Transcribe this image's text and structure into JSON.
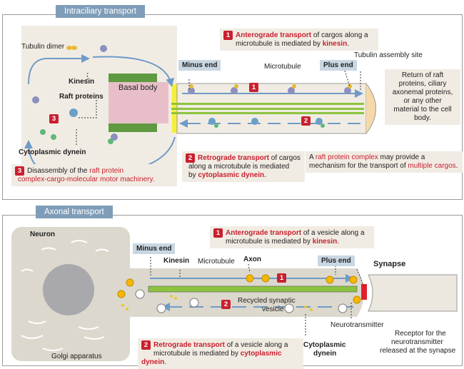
{
  "panel1": {
    "title": "Intraciliary transport",
    "labels": {
      "tubulin_dimer": "Tubulin dimer",
      "kinesin": "Kinesin",
      "raft_proteins": "Raft proteins",
      "basal_body": "Basal body",
      "cytoplasmic_dynein": "Cytoplasmic dynein",
      "minus_end": "Minus end",
      "microtubule": "Microtubule",
      "plus_end": "Plus end",
      "tubulin_assembly_site": "Tubulin assembly site"
    },
    "step1": {
      "num": "1",
      "red": "Anterograde transport",
      "text": " of cargos along a",
      "line2a": "microtubule is mediated by ",
      "line2b": "kinesin",
      "line2c": "."
    },
    "step2": {
      "num": "2",
      "red": "Retrograde transport",
      "text": " of cargos",
      "line2": "along a microtubule is mediated",
      "line3a": "by ",
      "line3b": "cytoplasmic dynein",
      "line3c": "."
    },
    "step3": {
      "num": "3",
      "line1a": "Disassembly of the ",
      "line1b": "raft protein",
      "line2": "complex-cargo-molecular motor machinery."
    },
    "return_box": [
      "Return of raft",
      "proteins, ciliary",
      "axonemal proteins,",
      "or any other",
      "material to the cell",
      "body."
    ],
    "raft_box": {
      "line1a": "A ",
      "line1b": "raft protein complex",
      "line1c": " may provide a",
      "line2a": "mechanism for the transport of ",
      "line2b": "multiple cargos",
      "line2c": "."
    },
    "arrow_num_1": "1",
    "arrow_num_2": "2"
  },
  "panel2": {
    "title": "Axonal transport",
    "labels": {
      "neuron": "Neuron",
      "minus_end": "Minus end",
      "kinesin": "Kinesin",
      "microtubule": "Microtubule",
      "axon": "Axon",
      "plus_end": "Plus end",
      "synapse": "Synapse",
      "recycled_vesicle_1": "Recycled synaptic",
      "recycled_vesicle_2": "vesicle",
      "neurotransmitter": "Neurotransmitter",
      "receptor_1": "Receptor for the",
      "receptor_2": "neurotransmitter",
      "receptor_3": "released at the synapse",
      "cytoplasmic_1": "Cytoplasmic",
      "cytoplasmic_2": "dynein",
      "golgi": "Golgi apparatus"
    },
    "step1": {
      "num": "1",
      "red": "Anterograde transport",
      "text": " of a vesicle along a",
      "line2a": "microtubule is mediated by ",
      "line2b": "kinesin",
      "line2c": "."
    },
    "step2": {
      "num": "2",
      "red": "Retrograde transport",
      "text": " of a vesicle along a",
      "line2a": "microtubule is mediated by ",
      "line2b": "cytoplasmic dynein",
      "line2c": "."
    },
    "arrow_num_1": "1",
    "arrow_num_2": "2"
  },
  "colors": {
    "accent_red": "#c8202f",
    "header_blue": "#7f9db8",
    "tag_blue": "#c9d7e3",
    "box_beige": "#f1ece3",
    "microtubule_green": "#8cc43f",
    "arrow_blue": "#7ea6cf"
  }
}
